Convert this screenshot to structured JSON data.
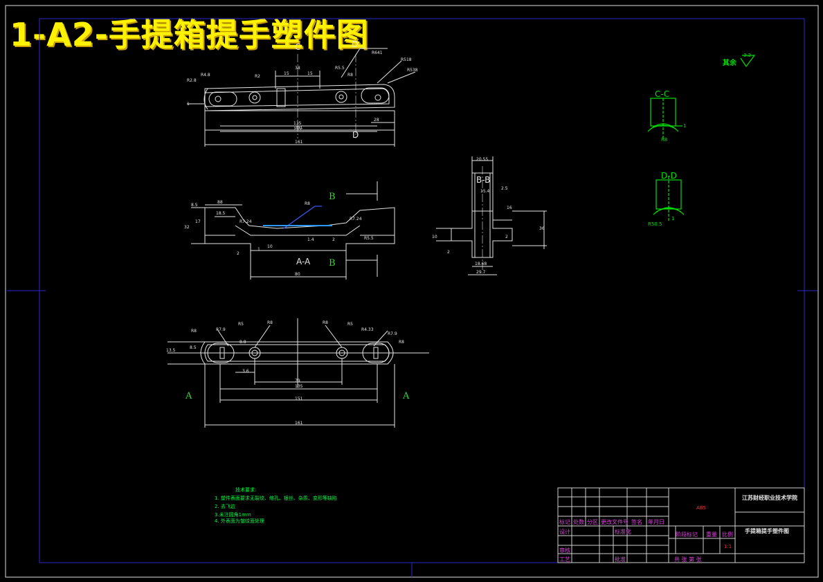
{
  "title": "1-A2-手提箱提手塑件图",
  "section_labels": {
    "c": "C",
    "d": "D",
    "d_bottom": "D",
    "b_top": "B",
    "b_bottom": "B",
    "a_left": "A",
    "a_right": "A",
    "aa": "A-A",
    "bb": "B-B",
    "cc": "C-C",
    "dd": "D-D"
  },
  "roughness": {
    "text": "其余",
    "value": "3.2"
  },
  "dims": {
    "top": [
      "R2.8",
      "R4.8",
      "R2",
      "R641",
      "R518",
      "R538",
      "38",
      "15",
      "15",
      "R5.5",
      "R8",
      "1",
      "135",
      "135",
      "28",
      "151",
      "161"
    ],
    "aa": [
      "8.5",
      "88",
      "18.5",
      "R7.24",
      "R8",
      "R7.24",
      "R5.5",
      "17",
      "32",
      "2",
      "1",
      "10",
      "1.4",
      "2",
      "80"
    ],
    "bb": [
      "20.55",
      "2.5",
      "15.4",
      "16",
      "10",
      "2",
      "36",
      "2",
      "18.68",
      "29.7"
    ],
    "plan": [
      "R8",
      "R7.9",
      "R5",
      "R8",
      "R8",
      "R5",
      "R4.33",
      "R7.9",
      "R8",
      "13.5",
      "8.5",
      "8.8",
      "3.6",
      "79",
      "135",
      "151",
      "161"
    ],
    "cc": [
      "1",
      "R8"
    ],
    "dd": [
      "R50.5",
      "1"
    ]
  },
  "notes": {
    "heading": "技术要求:",
    "lines": [
      "1. 塑件表面要求无裂纹、缩孔、银丝、杂质、变形等缺陷",
      "2. 去飞边",
      "3.未注圆角1mm",
      "4. 外表面为皱纹面处理"
    ]
  },
  "title_block": {
    "material": "ABS",
    "school": "江苏财经职业技术学院",
    "drawing_name": "手提箱提手塑件图",
    "scale": "1:1",
    "headers": [
      "标记",
      "处数",
      "分区",
      "更改文件号",
      "签名",
      "年月日"
    ],
    "design": "设计",
    "standardize": "标准化",
    "stage_mark": "阶段标记",
    "weight": "重量",
    "ratio": "比例",
    "review": "审核",
    "process": "工艺",
    "approve": "批准",
    "sheets": "共  张  第  张"
  }
}
